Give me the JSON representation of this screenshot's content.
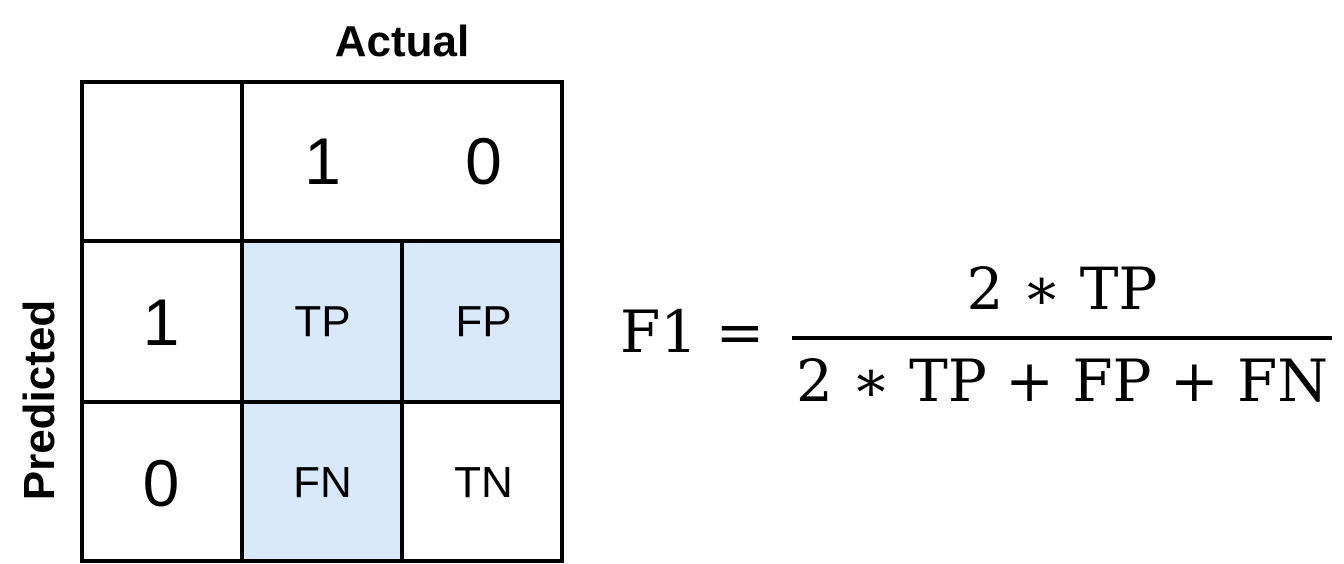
{
  "axes": {
    "actual_label": "Actual",
    "predicted_label": "Predicted"
  },
  "matrix": {
    "actual_header": [
      "1",
      "0"
    ],
    "predicted_header": [
      "1",
      "0"
    ],
    "cells": {
      "tp": "TP",
      "fp": "FP",
      "fn": "FN",
      "tn": "TN"
    },
    "highlight_color": "#dae8fc"
  },
  "formula": {
    "lhs": "F1 =",
    "numerator": "2 ∗ TP",
    "denominator": "2 ∗ TP + FP + FN"
  }
}
